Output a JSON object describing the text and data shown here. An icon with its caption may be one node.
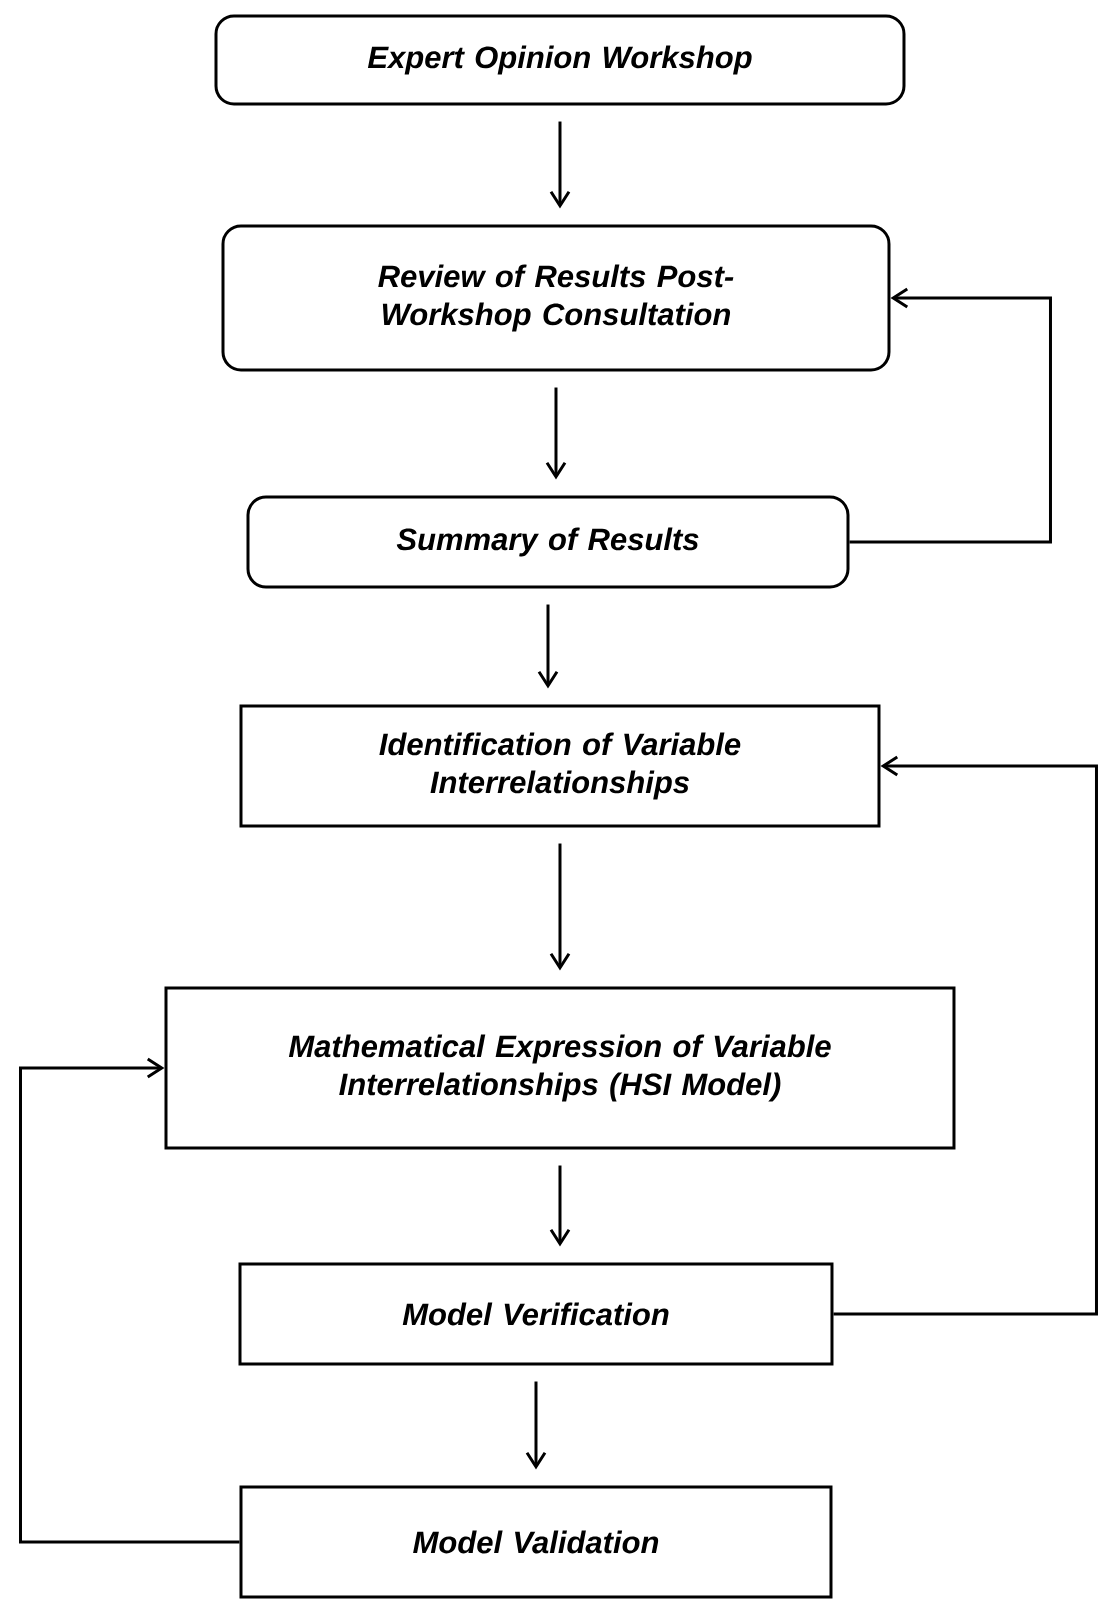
{
  "diagram": {
    "nodes": [
      {
        "text": [
          "Expert Opinion Workshop"
        ]
      },
      {
        "text": [
          "Review of Results Post-Workshop Consultation"
        ]
      },
      {
        "text": [
          "Summary of Results"
        ]
      },
      {
        "text": [
          "Identification of Variable Interrelationships"
        ]
      },
      {
        "text": [
          "Mathematical Expression of Variable Interrelationships (HSI Model)"
        ]
      },
      {
        "text": [
          "Model Verification"
        ]
      },
      {
        "text": [
          "Model Validation"
        ]
      }
    ],
    "edges": [
      {
        "from": 0,
        "to": 1,
        "arrow": "to"
      },
      {
        "from": 1,
        "to": 2,
        "arrow": "to"
      },
      {
        "from": 2,
        "to": 1,
        "arrow": "to"
      },
      {
        "from": 2,
        "to": 3,
        "arrow": "to"
      },
      {
        "from": 3,
        "to": 4,
        "arrow": "to"
      },
      {
        "from": 4,
        "to": 5,
        "arrow": "to"
      },
      {
        "from": 5,
        "to": 3,
        "arrow": "to"
      },
      {
        "from": 5,
        "to": 6,
        "arrow": "to"
      },
      {
        "from": 6,
        "to": 4,
        "arrow": "to"
      }
    ]
  }
}
